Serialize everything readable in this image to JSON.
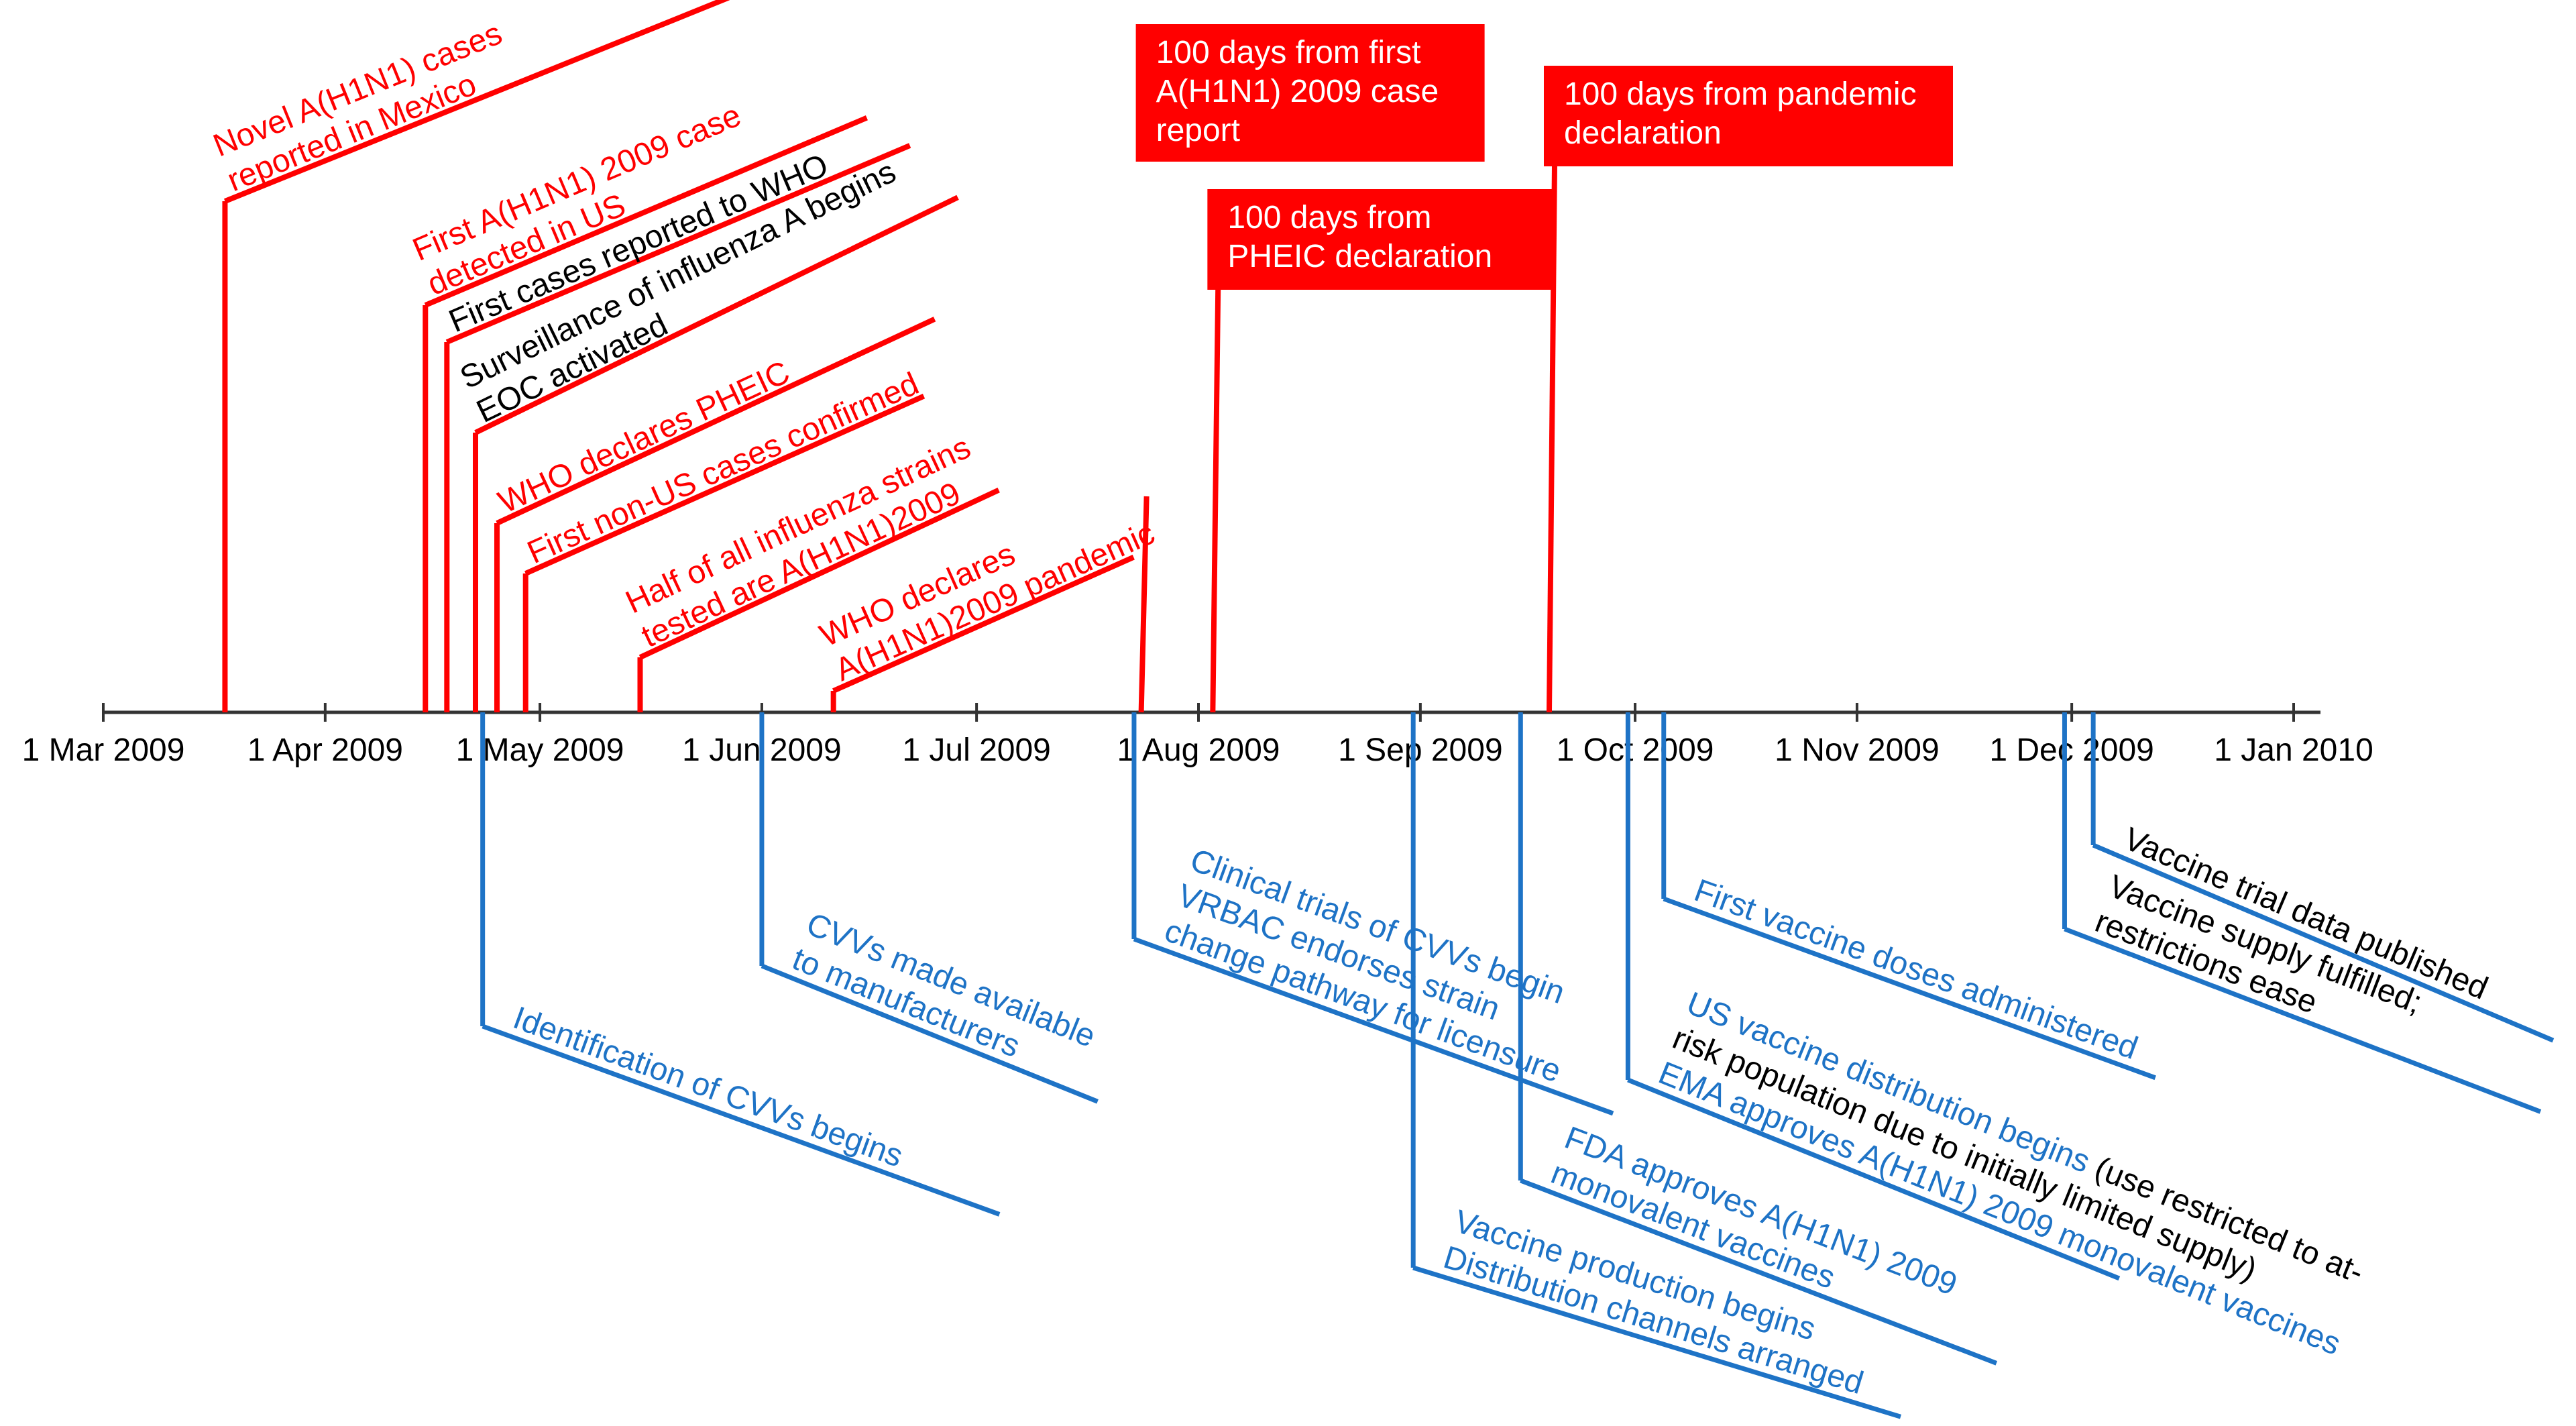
{
  "colors": {
    "axis": "#333333",
    "red": "#ff0000",
    "blue": "#1e73c6",
    "black": "#000000",
    "box_text": "#ffffff"
  },
  "axis_ticks": [
    {
      "date": "2009-03-01",
      "label": "1 Mar 2009"
    },
    {
      "date": "2009-04-01",
      "label": "1 Apr 2009"
    },
    {
      "date": "2009-05-01",
      "label": "1 May 2009"
    },
    {
      "date": "2009-06-01",
      "label": "1 Jun 2009"
    },
    {
      "date": "2009-07-01",
      "label": "1 Jul 2009"
    },
    {
      "date": "2009-08-01",
      "label": "1 Aug 2009"
    },
    {
      "date": "2009-09-01",
      "label": "1 Sep 2009"
    },
    {
      "date": "2009-10-01",
      "label": "1 Oct 2009"
    },
    {
      "date": "2009-11-01",
      "label": "1 Nov 2009"
    },
    {
      "date": "2009-12-01",
      "label": "1 Dec 2009"
    },
    {
      "date": "2010-01-01",
      "label": "1 Jan 2010"
    }
  ],
  "upper_events": [
    {
      "date": "2009-03-18",
      "color": "red",
      "lines": [
        "Novel A(H1N1) cases",
        "reported in Mexico"
      ]
    },
    {
      "date": "2009-04-15",
      "color": "red",
      "lines": [
        "First A(H1N1) 2009 case",
        "detected in US"
      ]
    },
    {
      "date": "2009-04-18",
      "color": "black",
      "lines": [
        "First cases reported to WHO"
      ]
    },
    {
      "date": "2009-04-22",
      "color": "black",
      "lines": [
        "Surveillance of influenza A begins",
        "EOC activated"
      ]
    },
    {
      "date": "2009-04-25",
      "color": "red",
      "lines": [
        "WHO declares PHEIC"
      ]
    },
    {
      "date": "2009-04-29",
      "color": "red",
      "lines": [
        "First non-US cases confirmed"
      ]
    },
    {
      "date": "2009-05-15",
      "color": "red",
      "lines": [
        "Half of all influenza strains",
        "tested are A(H1N1)2009"
      ]
    },
    {
      "date": "2009-06-11",
      "color": "red",
      "lines": [
        "WHO declares",
        "A(H1N1)2009 pandemic"
      ]
    }
  ],
  "boxed_events": [
    {
      "date": "2009-07-24",
      "lines": [
        "100 days from first",
        "A(H1N1) 2009 case",
        "report"
      ]
    },
    {
      "date": "2009-08-03",
      "lines": [
        "100 days from",
        "PHEIC declaration"
      ]
    },
    {
      "date": "2009-09-19",
      "lines": [
        "100 days from pandemic",
        "declaration"
      ]
    }
  ],
  "lower_events": [
    {
      "date": "2009-04-23",
      "segments": [
        [
          {
            "text": "Identification of CVVs begins",
            "color": "blue"
          }
        ]
      ]
    },
    {
      "date": "2009-06-01",
      "segments": [
        [
          {
            "text": "CVVs made available",
            "color": "blue"
          }
        ],
        [
          {
            "text": "to manufacturers",
            "color": "blue"
          }
        ]
      ]
    },
    {
      "date": "2009-07-23",
      "segments": [
        [
          {
            "text": "Clinical trials of CVVs begin",
            "color": "blue"
          }
        ],
        [
          {
            "text": "VRBAC endorses strain",
            "color": "blue"
          }
        ],
        [
          {
            "text": "change pathway for licensure",
            "color": "blue"
          }
        ]
      ]
    },
    {
      "date": "2009-08-31",
      "segments": [
        [
          {
            "text": "Vaccine production begins",
            "color": "blue"
          }
        ],
        [
          {
            "text": "Distribution channels arranged",
            "color": "blue"
          }
        ]
      ]
    },
    {
      "date": "2009-09-15",
      "segments": [
        [
          {
            "text": "FDA approves A(H1N1) 2009",
            "color": "blue"
          }
        ],
        [
          {
            "text": "monovalent vaccines",
            "color": "blue"
          }
        ]
      ]
    },
    {
      "date": "2009-09-30",
      "segments": [
        [
          {
            "text": "US vaccine distribution begins ",
            "color": "blue"
          },
          {
            "text": "(use restricted to at-",
            "color": "black"
          }
        ],
        [
          {
            "text": "risk population due to initially limited supply)",
            "color": "black"
          }
        ],
        [
          {
            "text": "EMA approves A(H1N1) 2009 monovalent vaccines",
            "color": "blue"
          }
        ]
      ]
    },
    {
      "date": "2009-10-05",
      "segments": [
        [
          {
            "text": "First vaccine doses administered",
            "color": "blue"
          }
        ]
      ]
    },
    {
      "date": "2009-11-30",
      "segments": [
        [
          {
            "text": "Vaccine supply fulfilled;",
            "color": "black"
          }
        ],
        [
          {
            "text": "restrictions ease",
            "color": "black"
          }
        ]
      ]
    },
    {
      "date": "2009-12-04",
      "segments": [
        [
          {
            "text": "Vaccine trial data published",
            "color": "black"
          }
        ]
      ]
    }
  ]
}
